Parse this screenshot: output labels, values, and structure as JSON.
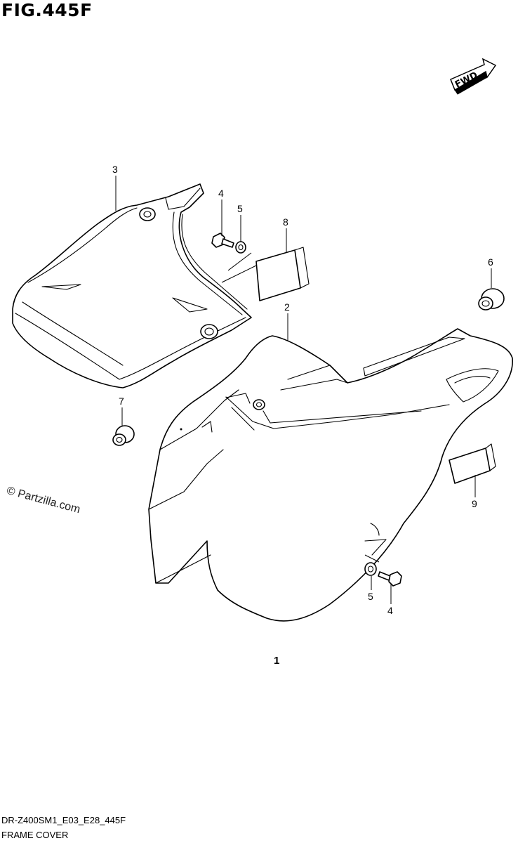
{
  "figure": {
    "title": "FIG.445F",
    "drawing_code": "DR-Z400SM1_E03_E28_445F",
    "caption": "FRAME COVER",
    "watermark": "© Partzilla.com",
    "fwd_label": "FWD"
  },
  "callouts": {
    "c1": "1",
    "c2": "2",
    "c3": "3",
    "c4a": "4",
    "c4b": "4",
    "c5a": "5",
    "c5b": "5",
    "c6": "6",
    "c7": "7",
    "c8": "8",
    "c9": "9"
  }
}
